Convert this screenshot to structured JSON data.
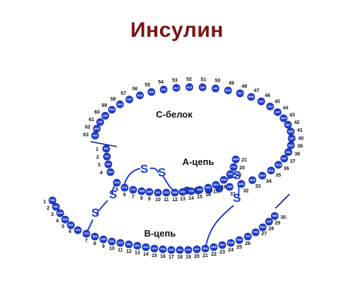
{
  "title": "Инсулин",
  "labels": {
    "c_peptide": "С-белок",
    "a_chain": "А-цепь",
    "b_chain": "В-цепь",
    "disulfide": "S"
  },
  "colors": {
    "residue": "#1f3fd6",
    "title": "#7a1414"
  },
  "c_ring_numbers": [
    "63",
    "62",
    "61",
    "60",
    "59",
    "58",
    "57",
    "56",
    "55",
    "54",
    "53",
    "52",
    "51",
    "50",
    "49",
    "48",
    "47",
    "46",
    "45",
    "44",
    "43",
    "42",
    "41",
    "40",
    "39",
    "38",
    "37",
    "36",
    "35",
    "34",
    "33",
    "32",
    "31"
  ],
  "c_ring_left_numbers": [
    "1",
    "2",
    "3",
    "4"
  ],
  "a_chain_numbers": [
    "1",
    "2",
    "3",
    "4",
    "5",
    "6",
    "7",
    "8",
    "9",
    "10",
    "11",
    "12",
    "13",
    "14",
    "15",
    "16",
    "17",
    "18",
    "19",
    "20",
    "21"
  ],
  "b_chain_numbers": [
    "1",
    "2",
    "3",
    "4",
    "5",
    "6",
    "7",
    "8",
    "9",
    "10",
    "11",
    "12",
    "13",
    "14",
    "15",
    "16",
    "17",
    "18",
    "19",
    "20",
    "21",
    "22",
    "23",
    "24",
    "25",
    "26",
    "27",
    "28",
    "29",
    "30"
  ],
  "c_ring_abbr": [
    "GLY",
    "ARG",
    "LYS",
    "LEU",
    "PRO",
    "GLN",
    "GLY",
    "GLU",
    "ALA",
    "LEU",
    "ALA",
    "GLN",
    "LEU",
    "GLY",
    "GLU",
    "GLY",
    "PRO",
    "GLY",
    "LEU",
    "GLY",
    "ALA",
    "GLY",
    "SER",
    "LEU",
    "GLU",
    "VAL",
    "GLY",
    "GLN",
    "ALA",
    "GLU",
    "ARG",
    "ARG",
    "THR"
  ],
  "a_abbr": [
    "GLY",
    "ILE",
    "VAL",
    "GLU",
    "GLN",
    "CYS",
    "CYS",
    "THR",
    "SER",
    "ILE",
    "CYS",
    "SER",
    "LEU",
    "TYR",
    "GLN",
    "LEU",
    "GLU",
    "ASN",
    "TYR",
    "CYS",
    "ASN"
  ],
  "b_abbr": [
    "PHE",
    "VAL",
    "ASN",
    "GLN",
    "HIS",
    "LEU",
    "CYS",
    "GLY",
    "SER",
    "HIS",
    "LEU",
    "VAL",
    "GLU",
    "ALA",
    "LEU",
    "TYR",
    "LEU",
    "VAL",
    "CYS",
    "GLY",
    "GLU",
    "ARG",
    "GLY",
    "PHE",
    "PHE",
    "TYR",
    "THR",
    "PRO",
    "LYS",
    "THR"
  ]
}
